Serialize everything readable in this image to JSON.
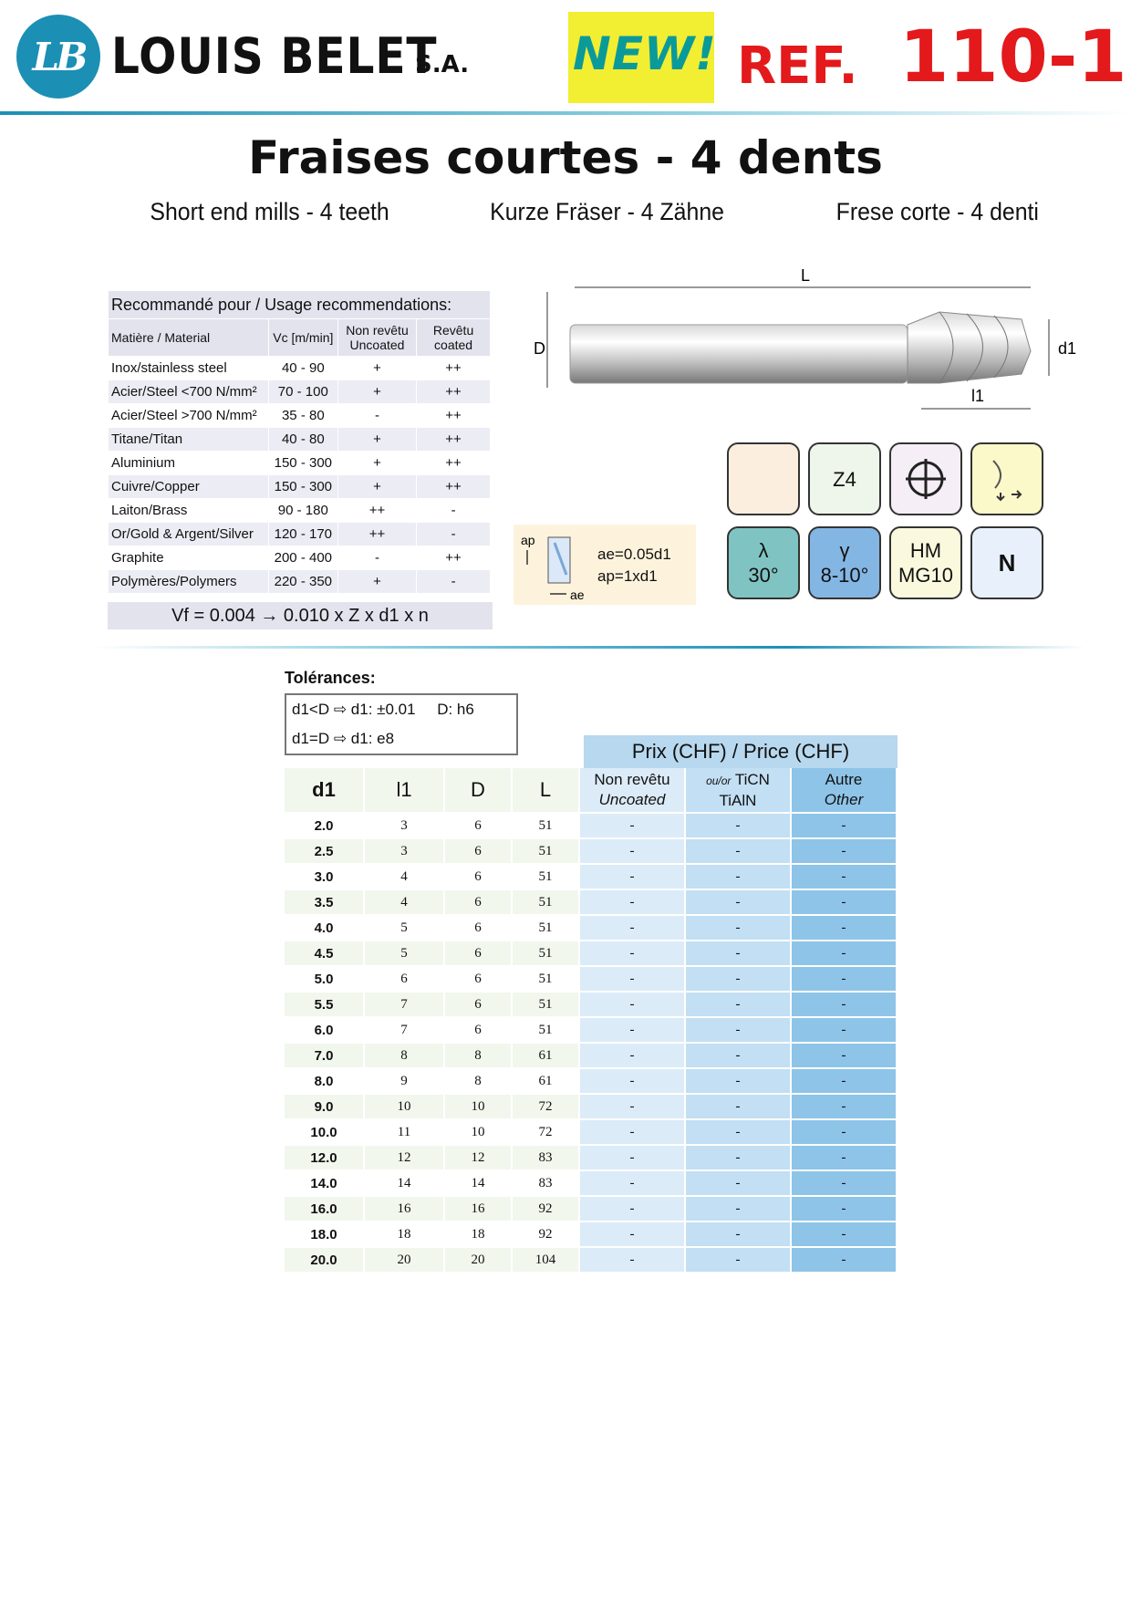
{
  "header": {
    "logo_text": "LB",
    "brand": "LOUIS BELET",
    "brand_suffix": "S.A.",
    "new_badge": "NEW!",
    "ref_label": "REF.",
    "ref_number": "110-1"
  },
  "title": "Fraises courtes - 4 dents",
  "subtitles": [
    "Short end mills - 4 teeth",
    "Kurze Fräser - 4 Zähne",
    "Frese corte - 4 denti"
  ],
  "drawing_labels": {
    "L": "L",
    "D": "D",
    "d1": "d1",
    "l1": "l1"
  },
  "recommendation": {
    "title": "Recommandé pour / Usage recommendations:",
    "headers": [
      "Matière / Material",
      "Vc [m/min]",
      "Non revêtu Uncoated",
      "Revêtu coated"
    ],
    "rows": [
      [
        "Inox/stainless steel",
        "40 - 90",
        "+",
        "++"
      ],
      [
        "Acier/Steel <700 N/mm²",
        "70 - 100",
        "+",
        "++"
      ],
      [
        "Acier/Steel >700 N/mm²",
        "35 - 80",
        "-",
        "++"
      ],
      [
        "Titane/Titan",
        "40 - 80",
        "+",
        "++"
      ],
      [
        "Aluminium",
        "150 - 300",
        "+",
        "++"
      ],
      [
        "Cuivre/Copper",
        "150 - 300",
        "+",
        "++"
      ],
      [
        "Laiton/Brass",
        "90 - 180",
        "++",
        "-"
      ],
      [
        "Or/Gold & Argent/Silver",
        "120 - 170",
        "++",
        "-"
      ],
      [
        "Graphite",
        "200 - 400",
        "-",
        "++"
      ],
      [
        "Polymères/Polymers",
        "220 - 350",
        "+",
        "-"
      ]
    ],
    "formula": "Vf = 0.004 → 0.010 x Z x d1 x n"
  },
  "params": {
    "ap_label": "ap",
    "ae_label": "ae",
    "ae": "ae=0.05d1",
    "ap": "ap=1xd1"
  },
  "icons": {
    "z": "Z4",
    "lambda_symbol": "λ",
    "lambda_value": "30°",
    "gamma_symbol": "γ",
    "gamma_value": "8-10°",
    "material_1": "HM",
    "material_2": "MG10",
    "type": "N"
  },
  "tolerances": {
    "title": "Tolérances:",
    "line1": "d1<D ⇨ d1: ±0.01     D: h6",
    "line2": "d1=D ⇨ d1: e8"
  },
  "price_table": {
    "price_header": "Prix (CHF) / Price (CHF)",
    "col_headers": [
      "d1",
      "l1",
      "D",
      "L"
    ],
    "price_cols": [
      {
        "line1": "Non revêtu",
        "line2": "Uncoated"
      },
      {
        "prefix": "ou/or",
        "line1": "TiCN",
        "line2": "TiAlN"
      },
      {
        "line1": "Autre",
        "line2": "Other"
      }
    ],
    "rows": [
      [
        "2.0",
        "3",
        "6",
        "51",
        "-",
        "-",
        "-"
      ],
      [
        "2.5",
        "3",
        "6",
        "51",
        "-",
        "-",
        "-"
      ],
      [
        "3.0",
        "4",
        "6",
        "51",
        "-",
        "-",
        "-"
      ],
      [
        "3.5",
        "4",
        "6",
        "51",
        "-",
        "-",
        "-"
      ],
      [
        "4.0",
        "5",
        "6",
        "51",
        "-",
        "-",
        "-"
      ],
      [
        "4.5",
        "5",
        "6",
        "51",
        "-",
        "-",
        "-"
      ],
      [
        "5.0",
        "6",
        "6",
        "51",
        "-",
        "-",
        "-"
      ],
      [
        "5.5",
        "7",
        "6",
        "51",
        "-",
        "-",
        "-"
      ],
      [
        "6.0",
        "7",
        "6",
        "51",
        "-",
        "-",
        "-"
      ],
      [
        "7.0",
        "8",
        "8",
        "61",
        "-",
        "-",
        "-"
      ],
      [
        "8.0",
        "9",
        "8",
        "61",
        "-",
        "-",
        "-"
      ],
      [
        "9.0",
        "10",
        "10",
        "72",
        "-",
        "-",
        "-"
      ],
      [
        "10.0",
        "11",
        "10",
        "72",
        "-",
        "-",
        "-"
      ],
      [
        "12.0",
        "12",
        "12",
        "83",
        "-",
        "-",
        "-"
      ],
      [
        "14.0",
        "14",
        "14",
        "83",
        "-",
        "-",
        "-"
      ],
      [
        "16.0",
        "16",
        "16",
        "92",
        "-",
        "-",
        "-"
      ],
      [
        "18.0",
        "18",
        "18",
        "92",
        "-",
        "-",
        "-"
      ],
      [
        "20.0",
        "20",
        "20",
        "104",
        "-",
        "-",
        "-"
      ]
    ]
  },
  "colors": {
    "brand_blue": "#1c8fb5",
    "ref_red": "#e3191b",
    "badge_yellow": "#f2ee32"
  }
}
